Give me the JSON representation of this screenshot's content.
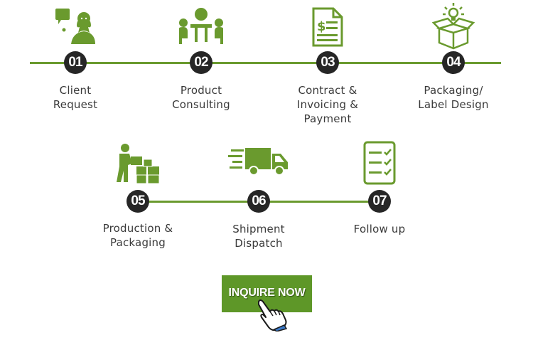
{
  "steps_row1": [
    {
      "number": "01",
      "lines": [
        "Client",
        "Request"
      ],
      "icon": "client-request-icon"
    },
    {
      "number": "02",
      "lines": [
        "Product",
        "Consulting"
      ],
      "icon": "meeting-icon"
    },
    {
      "number": "03",
      "lines": [
        "Contract &",
        "Invoicing &",
        "Payment"
      ],
      "icon": "invoice-document-icon"
    },
    {
      "number": "04",
      "lines": [
        "Packaging/",
        "Label Design"
      ],
      "icon": "open-box-lightbulb-icon"
    }
  ],
  "steps_row2": [
    {
      "number": "05",
      "lines": [
        "Production &",
        "Packaging"
      ],
      "icon": "worker-boxes-icon"
    },
    {
      "number": "06",
      "lines": [
        "Shipment",
        "Dispatch"
      ],
      "icon": "delivery-truck-icon"
    },
    {
      "number": "07",
      "lines": [
        "Follow up"
      ],
      "icon": "checklist-icon"
    }
  ],
  "cta": {
    "label": "INQUIRE NOW",
    "icon": "pointing-hand-icon"
  },
  "colors": {
    "accent": "#6a9a2e",
    "badge": "#262626",
    "button": "#5e9728"
  }
}
